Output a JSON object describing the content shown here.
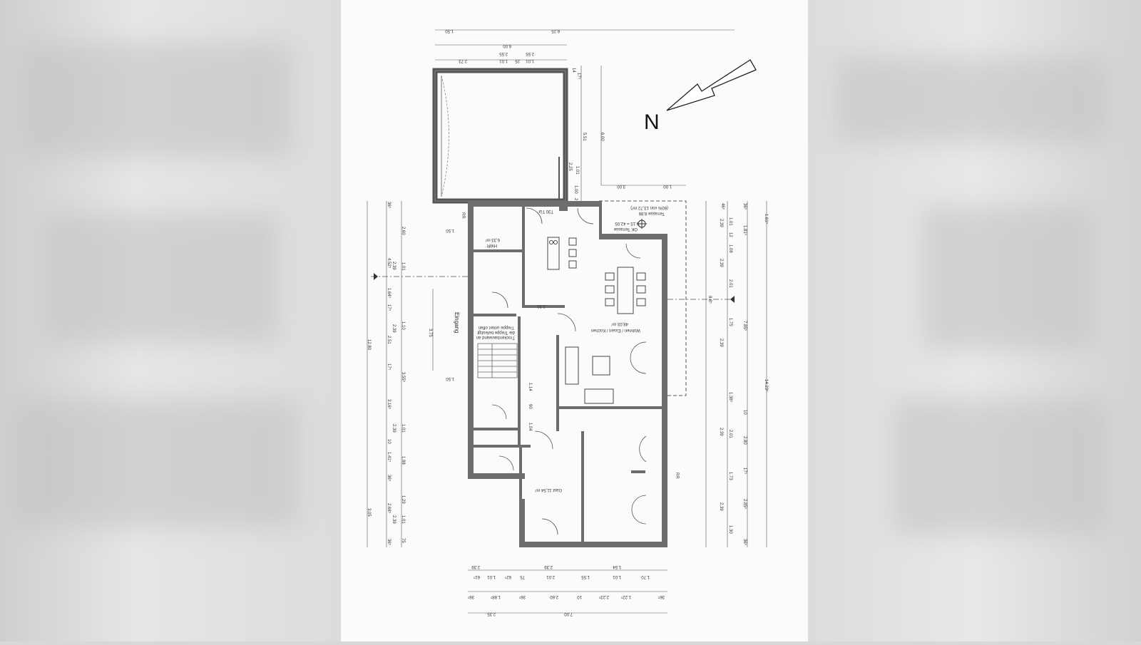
{
  "north_label": "N",
  "rooms": {
    "living": "Wohnen / Essen / Kochen",
    "living_area": "48,03 m²",
    "terrace_title": "Terrasse 8,86",
    "terrace_sub": "(60% von 13,72 m²)",
    "terrace_ok": "OK Terrasse",
    "terrace_level": "-0.15 = 42.05",
    "hwr": "HWR",
    "hwr_area": "6,33 m²",
    "guest": "Gast 11,54 m²",
    "entrance": "Eingang",
    "stair_note_1": "Treppe unten offen",
    "stair_note_2": "die Treppe befestigt",
    "stair_note_3": "Trockenbauwand an",
    "t30": "T30 Tür",
    "rr_top": "RR",
    "rr_right": "RR"
  },
  "dims": {
    "top_r1": [
      "1.50",
      "6.25"
    ],
    "top_r2": [
      "6.00"
    ],
    "top_r3": [
      "2.73",
      "2.55",
      "1.01",
      "25",
      "1.01",
      "2.55"
    ],
    "garage_right": [
      "14",
      "17⁵",
      "5.51",
      "6.00",
      "1.01",
      "2.25",
      "1.00",
      "2"
    ],
    "mid_h": [
      "3.00",
      "1.00"
    ],
    "left_a": [
      "36⁵",
      "2.60",
      "4.52⁵",
      "1.01",
      "2.39",
      "1.64⁵",
      "17⁵",
      "1.10",
      "2.39",
      "2.51",
      "17⁵",
      "3.55⁵",
      "3.16⁵",
      "1.01",
      "2.39",
      "10",
      "1.41⁵",
      "1.88",
      "36⁵",
      "2.68⁵",
      "1.29",
      "1.01",
      "2.39",
      "3.05",
      "36⁵",
      "75"
    ],
    "left_outer": "12.80",
    "left_mid": [
      "1.50",
      "3.75",
      "1.50"
    ],
    "right_a": [
      "46⁵",
      "1.01",
      "2.39",
      "12",
      "1.08",
      "2.39",
      "2.01",
      "1.75",
      "2.39",
      "1.38⁵",
      "10",
      "2.01",
      "2.39",
      "2.80",
      "17⁵",
      "1.73",
      "2.85⁵",
      "2.39",
      "1.30",
      "36⁵"
    ],
    "right_b": [
      "36⁵",
      "1.61⁵",
      "1.81⁵",
      "7.85⁵",
      "8.8⁵",
      "14.23⁵"
    ],
    "inner": [
      "2.30",
      "1.14",
      "90",
      "1.04"
    ],
    "bottom_r1": [
      "2.39",
      "61⁵",
      "1.01",
      "62⁵",
      "75",
      "2.39",
      "2.01",
      "1.55",
      "1.54",
      "1.01",
      "1.70"
    ],
    "bottom_r2": [
      "36⁵",
      "1.88⁵",
      "36⁵",
      "2.60",
      "10",
      "2.23⁵",
      "1.22⁵",
      "36⁵"
    ],
    "bottom_r3": [
      "2.35",
      "7.00"
    ]
  }
}
